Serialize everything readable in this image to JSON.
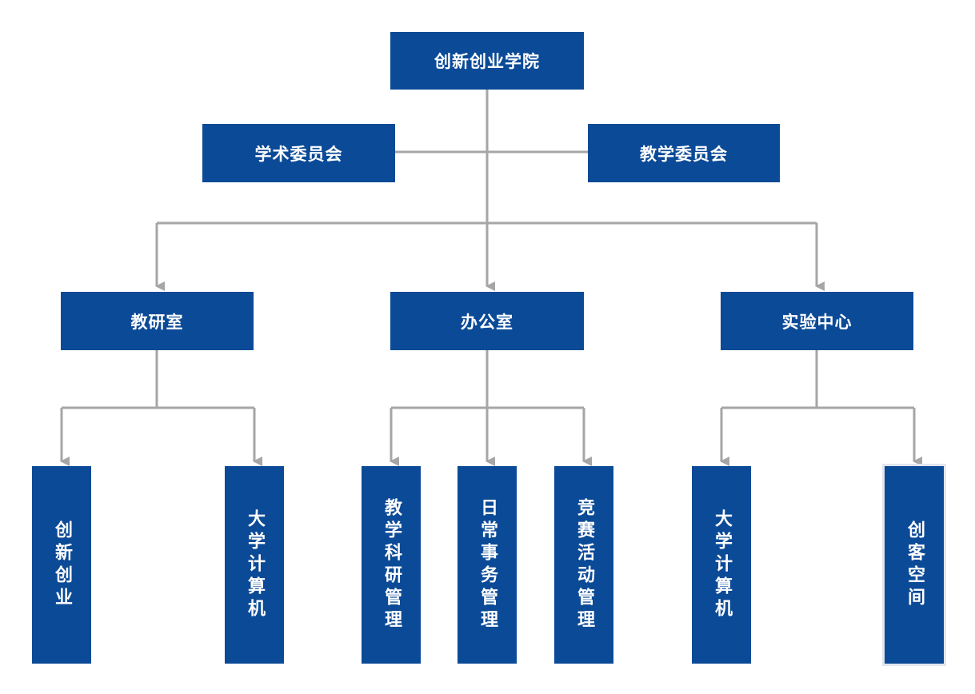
{
  "root": "创新创业学院",
  "committees": {
    "academic": "学术委员会",
    "teaching": "教学委员会"
  },
  "departments": {
    "research_office": "教研室",
    "admin_office": "办公室",
    "lab_center": "实验中心"
  },
  "units": {
    "innovation_entrepreneurship": "创新创业",
    "college_computing_1": "大学计算机",
    "teaching_research_mgmt": "教学科研管理",
    "daily_affairs_mgmt": "日常事务管理",
    "competition_mgmt": "竞赛活动管理",
    "college_computing_2": "大学计算机",
    "maker_space": "创客空间"
  },
  "colors": {
    "box": "#0b4a97",
    "connector": "#a6a6a6",
    "text": "#ffffff"
  }
}
